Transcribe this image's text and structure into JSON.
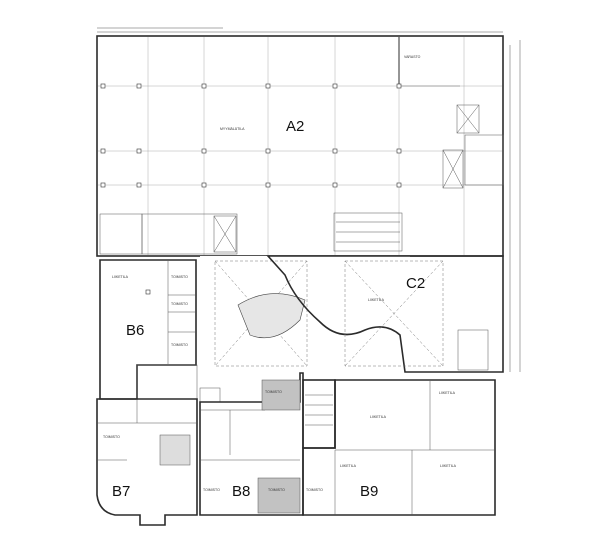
{
  "plan": {
    "colors": {
      "space": "#c9c9c9",
      "highlight": "#f0a966",
      "courtyard": "#ffffff",
      "wall": "#2b2b2b"
    },
    "units": {
      "a2": "A2",
      "b6": "B6",
      "b7": "B7",
      "b8": "B8",
      "b9": "B9",
      "c2": "C2"
    },
    "rooms": {
      "a2_main": "MYYMÄLÄTILA",
      "a2_storage": "VARASTO",
      "b6_main": "LIIKETILA",
      "b6_office1": "TOIMISTO",
      "b6_office2": "TOIMISTO",
      "b6_office3": "TOIMISTO",
      "c2_main": "LIIKETILA",
      "b7_office": "TOIMISTO",
      "b8_office1": "TOIMISTO",
      "b8_office2": "TOIMISTO",
      "b8_office3": "TOIMISTO",
      "b9_main1": "LIIKETILA",
      "b9_main2": "LIIKETILA",
      "b9_main3": "LIIKETILA",
      "b9_main4": "LIIKETILA",
      "b9_office": "TOIMISTO"
    },
    "highlighted_unit": "B6"
  }
}
